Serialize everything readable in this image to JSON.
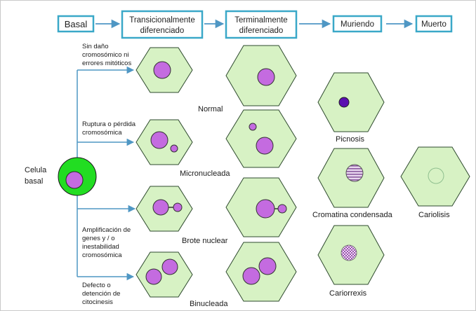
{
  "stages": {
    "basal": "Basal",
    "transitional": [
      "Transicionalmente",
      "diferenciado"
    ],
    "terminal": [
      "Terminalmente",
      "diferenciado"
    ],
    "dying": "Muriendo",
    "dead": "Muerto"
  },
  "basal_cell": [
    "Celula",
    "basal"
  ],
  "causes": {
    "no_damage": [
      "Sin daño",
      "cromosómico ni",
      "errores mitóticos"
    ],
    "breakage": [
      "Ruptura o pérdida",
      "cromosómica"
    ],
    "amplification": [
      "Amplificación de",
      "genes y / o",
      "inestabilidad",
      "cromosómica"
    ],
    "cytokinesis": [
      "Defecto o",
      "detención de",
      "citocinesis"
    ]
  },
  "cell_types": {
    "normal": "Normal",
    "micronucleated": "Micronucleada",
    "nuclear_bud": "Brote nuclear",
    "binucleated": "Binucleada",
    "pyknosis": "Picnosis",
    "condensed_chromatin": "Cromatina condensada",
    "karyorrhexis": "Cariorrexis",
    "karyolysis": "Cariolisis"
  },
  "colors": {
    "box_border": "#3aa8c8",
    "arrow": "#4f97c4",
    "cell_fill": "#d7f2c4",
    "cell_border": "#2e4a2e",
    "nucleus": "#c46be0",
    "basal_cell": "#22dd22",
    "pyknotic_nucleus": "#5a0fb0"
  }
}
